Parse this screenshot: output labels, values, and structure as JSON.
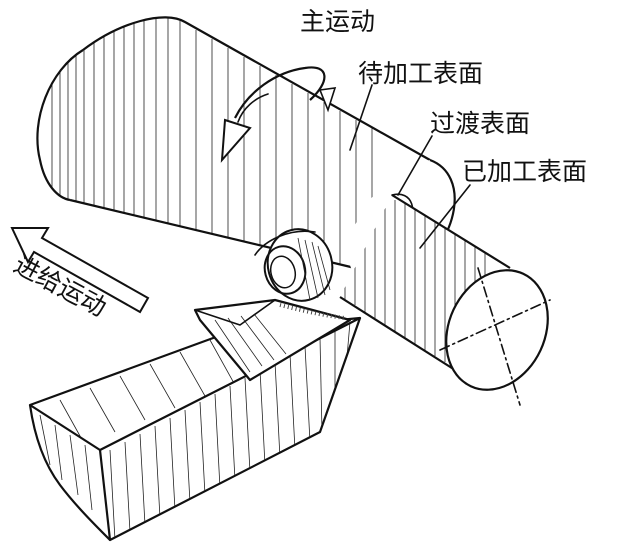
{
  "labels": {
    "main_motion": "主运动",
    "surface_to_be_machined": "待加工表面",
    "transition_surface": "过渡表面",
    "machined_surface": "已加工表面",
    "feed_motion": "进给运动"
  }
}
